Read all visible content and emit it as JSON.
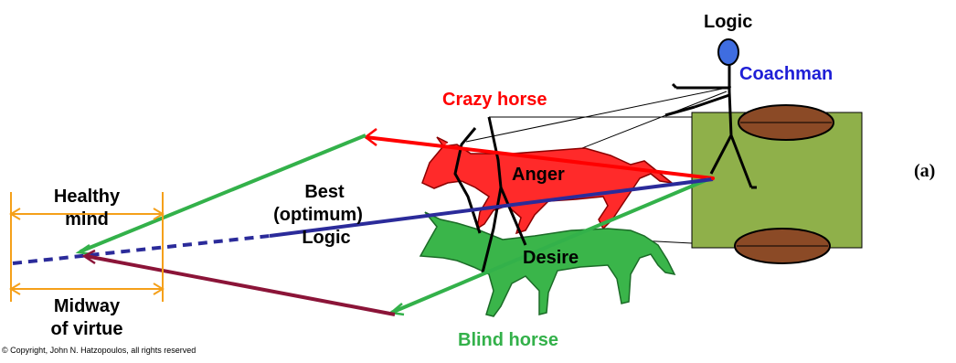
{
  "labels": {
    "logic_top": "Logic",
    "coachman": "Coachman",
    "crazy_horse": "Crazy horse",
    "anger": "Anger",
    "desire": "Desire",
    "blind_horse": "Blind horse",
    "healthy_mind_1": "Healthy",
    "healthy_mind_2": "mind",
    "best_1": "Best",
    "best_2": "(optimum)",
    "best_3": "Logic",
    "midway_1": "Midway",
    "midway_2": "of virtue",
    "panel_tag": "(a)",
    "copyright": "© Copyright, John N. Hatzopoulos, all rights reserved"
  },
  "colors": {
    "red": "#ff0000",
    "crazy_horse_fill": "#ff2a2a",
    "green": "#33b14a",
    "blind_horse_fill": "#3ab54a",
    "blue": "#1f1fd6",
    "navy_line": "#2b2b9a",
    "maroon": "#8b1438",
    "orange": "#f5a01a",
    "olive_box": "#8fb04a",
    "wheel_brown": "#8b4a26",
    "head_blue": "#3f6de0"
  }
}
